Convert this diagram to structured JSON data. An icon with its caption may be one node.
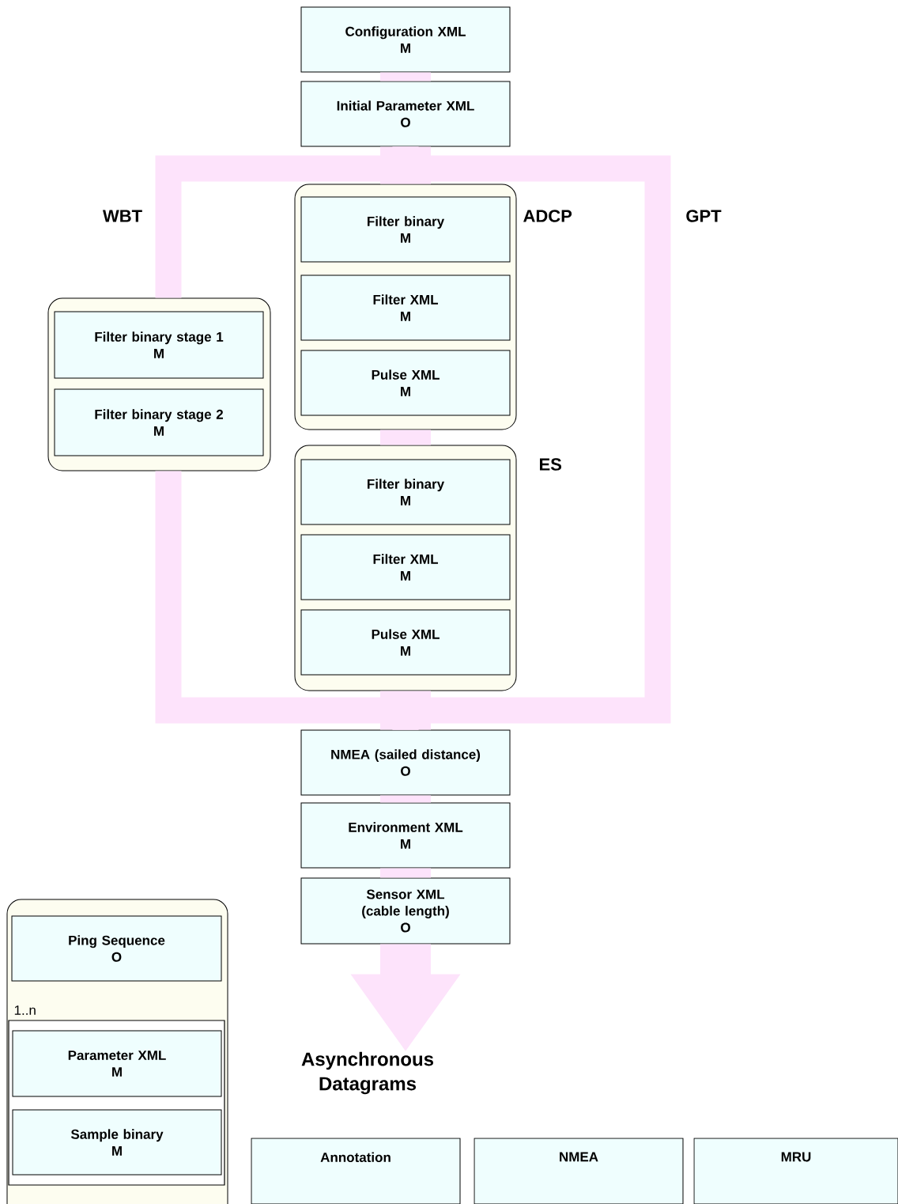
{
  "diagram": {
    "nodes": [
      {
        "text": [
          "Configuration XML",
          "M"
        ]
      },
      {
        "text": [
          "Initial Parameter XML",
          "O"
        ]
      },
      {
        "text": [
          "ADCP"
        ]
      },
      {
        "text": [
          "Filter binary",
          "M"
        ],
        "in": 2
      },
      {
        "text": [
          "Filter XML",
          "M"
        ],
        "in": 2
      },
      {
        "text": [
          "Pulse XML",
          "M"
        ],
        "in": 2
      },
      {
        "text": [
          "ES"
        ]
      },
      {
        "text": [
          "Filter binary",
          "M"
        ],
        "in": 6
      },
      {
        "text": [
          "Filter XML",
          "M"
        ],
        "in": 6
      },
      {
        "text": [
          "Pulse XML",
          "M"
        ],
        "in": 6
      },
      {
        "text": [
          "WBT"
        ]
      },
      {
        "text": [
          "Filter binary stage 1",
          "M"
        ],
        "in": 10
      },
      {
        "text": [
          "Filter binary stage 2",
          "M"
        ],
        "in": 10
      },
      {
        "text": [
          "NMEA (sailed distance)",
          "O"
        ]
      },
      {
        "text": [
          "Environment XML",
          "M"
        ]
      },
      {
        "text": [
          "Sensor XML (cable length)",
          "O"
        ]
      },
      {
        "text": [
          "Asynchronous Datagrams"
        ]
      },
      {
        "text": [
          "Annotation"
        ]
      },
      {
        "text": [
          "NMEA"
        ]
      },
      {
        "text": [
          "MRU"
        ]
      },
      {
        "text": [],
        "shape": "box"
      },
      {
        "text": [
          "Ping Sequence",
          "O"
        ],
        "in": 20
      },
      {
        "text": [
          "1..n"
        ],
        "in": 20
      },
      {
        "text": [
          "Parameter XML",
          "M"
        ],
        "in": 22
      },
      {
        "text": [
          "Sample binary",
          "M"
        ],
        "in": 22
      }
    ],
    "edges": [
      {
        "from": 0,
        "to": 1,
        "arrow": "none"
      },
      {
        "from": 1,
        "to": 10,
        "arrow": "none"
      },
      {
        "from": 1,
        "to": 2,
        "arrow": "none"
      },
      {
        "from": 1,
        "to": 13,
        "arrow": "none"
      },
      {
        "from": 2,
        "to": 6,
        "arrow": "none"
      },
      {
        "from": 10,
        "to": 13,
        "arrow": "none"
      },
      {
        "from": 6,
        "to": 13,
        "arrow": "none"
      },
      {
        "from": 13,
        "to": 14,
        "arrow": "none"
      },
      {
        "from": 14,
        "to": 15,
        "arrow": "none"
      },
      {
        "from": 15,
        "to": 16,
        "arrow": "to"
      }
    ],
    "labels": [
      "GPT"
    ]
  }
}
